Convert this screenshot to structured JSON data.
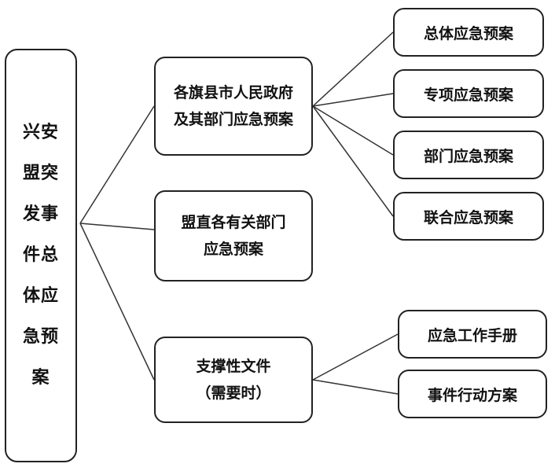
{
  "root": {
    "lines": [
      "兴安",
      "盟突",
      "发事",
      "件总",
      "体应",
      "急预",
      "案"
    ]
  },
  "branches": [
    {
      "lines": [
        "各旗县市人民政府",
        "及其部门应急预案"
      ],
      "children": [
        "总体应急预案",
        "专项应急预案",
        "部门应急预案",
        "联合应急预案"
      ]
    },
    {
      "lines": [
        "盟直各有关部门",
        "应急预案"
      ],
      "children": []
    },
    {
      "lines": [
        "支撑性文件",
        "（需要时）"
      ],
      "children": [
        "应急工作手册",
        "事件行动方案"
      ]
    }
  ]
}
